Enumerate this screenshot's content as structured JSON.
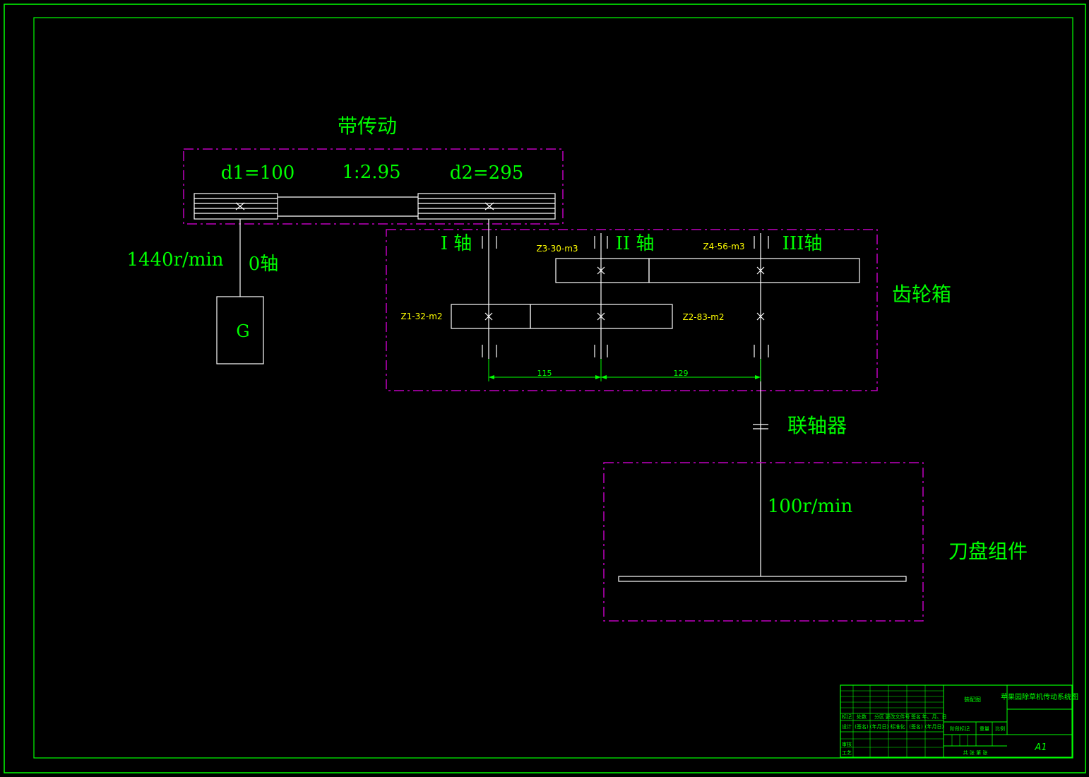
{
  "labels": {
    "belt_drive": "带传动",
    "d1": "d1=100",
    "ratio": "1:2.95",
    "d2": "d2=295",
    "motor_speed": "1440r/min",
    "shaft0": "0轴",
    "motor": "G",
    "shaft1": "I 轴",
    "shaft2": "II 轴",
    "shaft3": "III轴",
    "z3": "Z3-30-m3",
    "z4": "Z4-56-m3",
    "z1": "Z1-32-m2",
    "z2": "Z2-83-m2",
    "dim1": "115",
    "dim2": "129",
    "gearbox": "齿轮箱",
    "coupling": "联轴器",
    "output_speed": "100r/min",
    "cutter": "刀盘组件"
  },
  "title_block": {
    "drawing_type": "装配图",
    "drawing_name": "苹果园除草机传动系统图",
    "sheet_size": "A1",
    "row1": [
      "标记",
      "处数",
      "分区",
      "更改文件号",
      "签名",
      "年、月、日"
    ],
    "row2": [
      "设计",
      "(签名)",
      "(年月日)",
      "标准化",
      "(签名)",
      "(年月日)"
    ],
    "stage_labels": [
      "阶段标记",
      "重量",
      "比例"
    ],
    "review": "审核",
    "process": "工艺",
    "sheets": "共  张  第  张"
  },
  "colors": {
    "background": "#000000",
    "frame": "#00ff00",
    "label": "#00ff00",
    "gear_label": "#ffff00",
    "outline": "#ffffff",
    "group_box": "#c000c0"
  }
}
